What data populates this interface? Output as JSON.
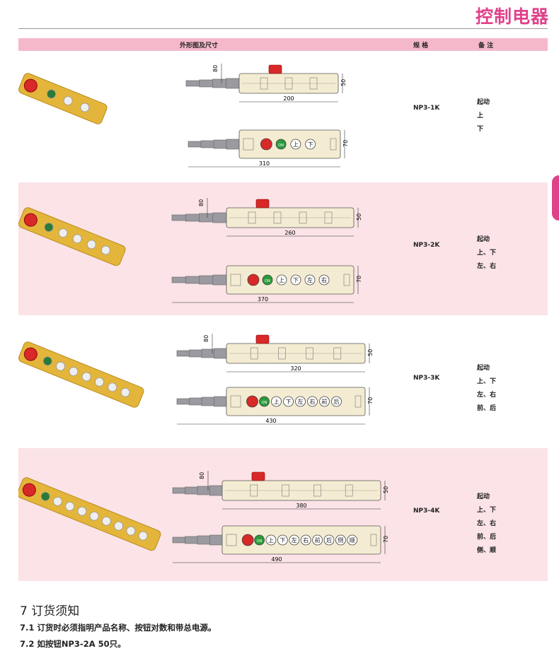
{
  "header": {
    "brand": "控制电器"
  },
  "table_header": {
    "col_drawing": "外形图及尺寸",
    "col_model": "规 格",
    "col_notes": "备 注"
  },
  "rows": [
    {
      "model": "NP3-1K",
      "notes": [
        "起动",
        "上",
        "下"
      ],
      "top_length": "200",
      "bottom_length": "310",
      "cable_height": "80",
      "top_height": "50",
      "bottom_height": "70",
      "buttons": [
        "",
        "ON",
        "上",
        "下"
      ]
    },
    {
      "model": "NP3-2K",
      "notes": [
        "起动",
        "上、下",
        "左、右"
      ],
      "top_length": "260",
      "bottom_length": "370",
      "cable_height": "80",
      "top_height": "50",
      "bottom_height": "70",
      "buttons": [
        "",
        "ON",
        "上",
        "下",
        "左",
        "右"
      ]
    },
    {
      "model": "NP3-3K",
      "notes": [
        "起动",
        "上、下",
        "左、右",
        "前、后"
      ],
      "top_length": "320",
      "bottom_length": "430",
      "cable_height": "80",
      "top_height": "50",
      "bottom_height": "70",
      "buttons": [
        "",
        "ON",
        "上",
        "下",
        "左",
        "右",
        "前",
        "后"
      ]
    },
    {
      "model": "NP3-4K",
      "notes": [
        "起动",
        "上、下",
        "左、右",
        "前、后",
        "侧、顺"
      ],
      "top_length": "380",
      "bottom_length": "490",
      "cable_height": "80",
      "top_height": "50",
      "bottom_height": "70",
      "buttons": [
        "",
        "ON",
        "上",
        "下",
        "左",
        "右",
        "前",
        "后",
        "侧",
        "顺"
      ]
    }
  ],
  "section": {
    "title": "7 订货须知",
    "items": [
      "7.1 订货时必须指明产品名称、按钮对数和带总电源。",
      "7.2 如按钮NP3-2A  50只。"
    ]
  },
  "colors": {
    "brand": "#e0428a",
    "header_bar": "#f5b8cb",
    "row_pink": "#fbe3e7",
    "body": "#f4ecd2",
    "photo": "#e3b53a",
    "stop_button": "#d82828",
    "start_button": "#2a9a3a"
  }
}
